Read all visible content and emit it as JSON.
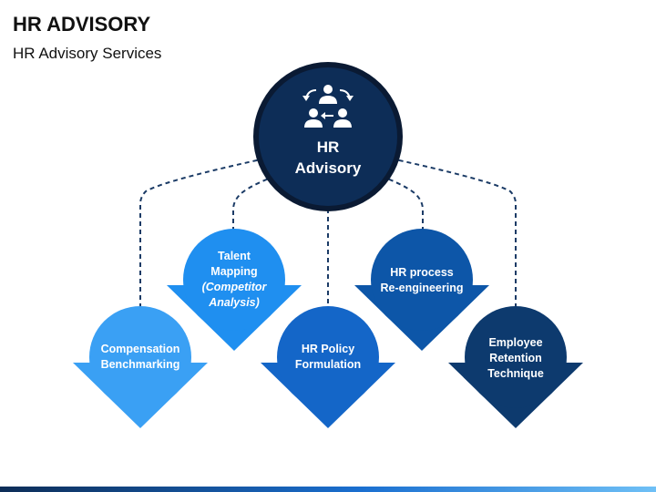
{
  "header": {
    "title": "HR ADVISORY",
    "subtitle": "HR Advisory Services"
  },
  "hub": {
    "line1": "HR",
    "line2": "Advisory",
    "icon": "people-exchange-icon"
  },
  "nodes": [
    {
      "id": "compensation",
      "lines": [
        "Compensation",
        "Benchmarking"
      ],
      "italic_lines": [],
      "color": "#3aa0f4"
    },
    {
      "id": "talent",
      "lines": [
        "Talent",
        "Mapping"
      ],
      "italic_lines": [
        "(Competitor",
        "Analysis)"
      ],
      "color": "#1f8ff0"
    },
    {
      "id": "policy",
      "lines": [
        "HR Policy",
        "Formulation"
      ],
      "italic_lines": [],
      "color": "#1466c8"
    },
    {
      "id": "process",
      "lines": [
        "HR process",
        "Re-engineering"
      ],
      "italic_lines": [],
      "color": "#0d56a8"
    },
    {
      "id": "retention",
      "lines": [
        "Employee",
        "Retention",
        "Technique"
      ],
      "italic_lines": [],
      "color": "#0d3a6e"
    }
  ],
  "colors": {
    "hub_fill": "#0d2d57",
    "hub_ring": "#0a1a33",
    "connector": "#1b3b66"
  }
}
